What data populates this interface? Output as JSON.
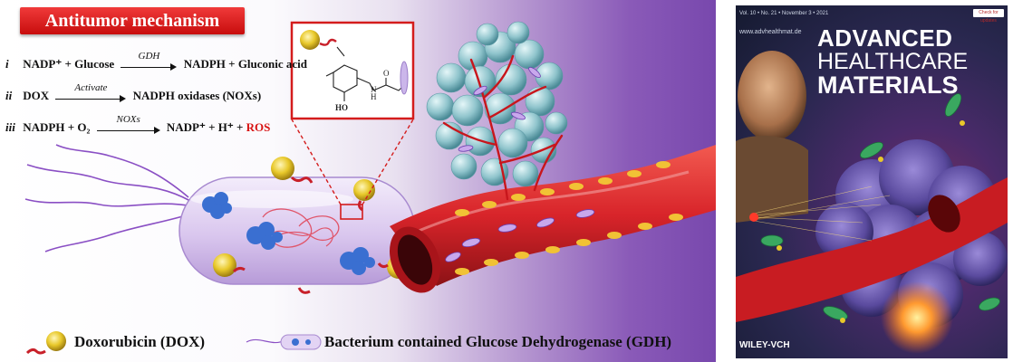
{
  "banner": {
    "title": "Antitumor mechanism"
  },
  "equations": [
    {
      "num": "i",
      "left": "NADP⁺ + Glucose",
      "catalyst": "GDH",
      "right": "NADPH + Gluconic acid",
      "ros": ""
    },
    {
      "num": "ii",
      "left": "DOX",
      "catalyst": "Activate",
      "right": "NADPH oxidases (NOXs)",
      "ros": ""
    },
    {
      "num": "iii",
      "left": "NADPH + O₂",
      "catalyst": "NOXs",
      "right": "NADP⁺ + H⁺ + ",
      "ros": "ROS"
    }
  ],
  "molecule": {
    "label_oh": "HO",
    "label_h": "H",
    "label_n": "N",
    "label_o": "O"
  },
  "legend": {
    "dox": "Doxorubicin (DOX)",
    "gdh": "Bacterium contained Glucose Dehydrogenase (GDH)"
  },
  "cover": {
    "title_line1": "ADVANCED",
    "title_line2": "HEALTHCARE",
    "title_line3": "MATERIALS",
    "url": "www.advhealthmat.de",
    "issue": "Vol. 10 • No. 21 • November 3 • 2021",
    "publisher": "WILEY-VCH",
    "badge": "Check for updates"
  },
  "colors": {
    "banner_red": "#d91a1a",
    "ros_red": "#d81414",
    "vessel_red": "#d8242a",
    "dox_yellow": "#e8c82a",
    "bacterium_lavender": "#d9c6ee",
    "tumor_teal": "#8fc4cc"
  }
}
